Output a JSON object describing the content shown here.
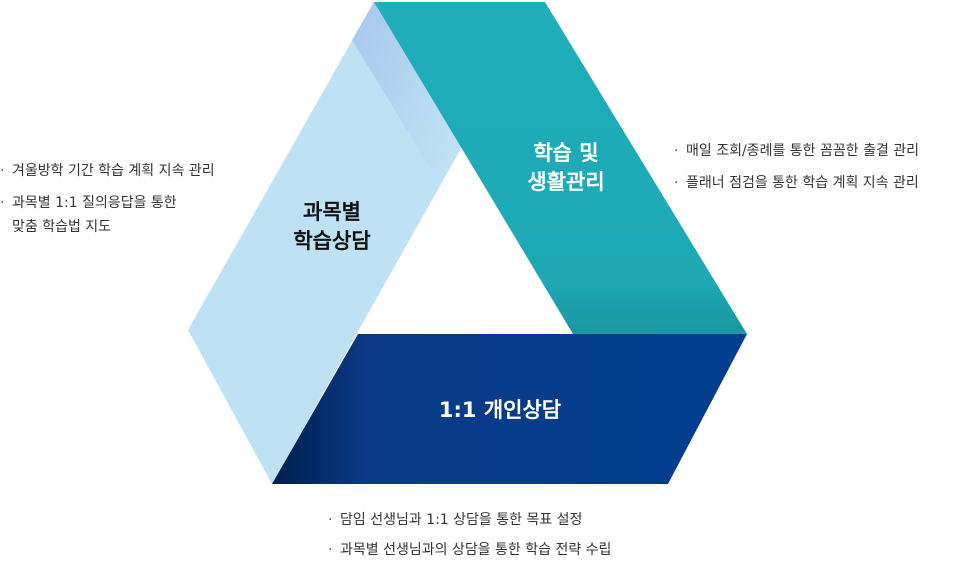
{
  "colors": {
    "left_band": "#BEE1F4",
    "left_band_fold": "#A4C4EC",
    "right_band": "#1FAEBA",
    "right_band_shade": "#199BA6",
    "bottom_band": "#003B8E",
    "bottom_band_shade": "#001E4C",
    "text_dark": "#111111",
    "text_light": "#FFFFFF"
  },
  "segments": {
    "left": {
      "title_lines": [
        "과목별",
        "학습상담"
      ],
      "bullets": [
        {
          "lines": [
            "겨울방학 기간 학습 계획 지속 관리"
          ]
        },
        {
          "lines": [
            "과목별 1:1 질의응답을 통한",
            "맞춤 학습법 지도"
          ]
        }
      ]
    },
    "right": {
      "title_lines": [
        "학습 및",
        "생활관리"
      ],
      "bullets": [
        {
          "lines": [
            "매일 조회/종례를 통한 꼼꼼한 출결 관리"
          ]
        },
        {
          "lines": [
            "플래너 점검을 통한 학습 계획 지속 관리"
          ]
        }
      ]
    },
    "bottom": {
      "title_lines": [
        "1:1 개인상담"
      ],
      "bullets": [
        {
          "lines": [
            "담임 선생님과 1:1 상담을 통한 목표 설정"
          ]
        },
        {
          "lines": [
            "과목별 선생님과의 상담을 통한 학습 전략 수립"
          ]
        }
      ]
    }
  }
}
